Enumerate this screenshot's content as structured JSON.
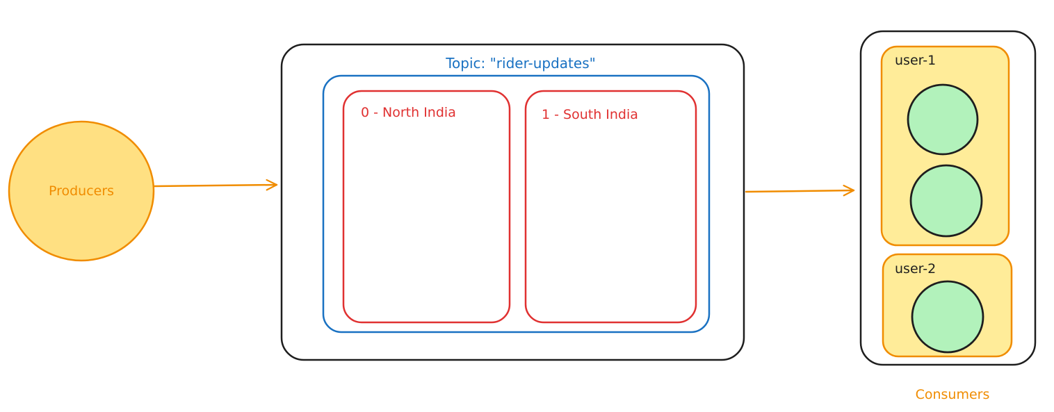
{
  "producers": {
    "label": "Producers",
    "fill": "#ffe082",
    "stroke": "#f08c00"
  },
  "topic": {
    "label": "Topic: \"rider-updates\"",
    "stroke": "#1971c2",
    "partitions": [
      {
        "label": "0 - North India"
      },
      {
        "label": "1 - South India"
      }
    ],
    "partition_stroke": "#e03131"
  },
  "broker": {
    "stroke": "#1e1e1e"
  },
  "consumers": {
    "label": "Consumers",
    "groups": [
      {
        "label": "user-1",
        "consumer_count": 2
      },
      {
        "label": "user-2",
        "consumer_count": 1
      }
    ],
    "group_fill": "#ffec99",
    "group_stroke": "#f08c00",
    "consumer_fill": "#b2f2bb",
    "consumer_stroke": "#1e1e1e"
  },
  "arrow_color": "#f08c00"
}
